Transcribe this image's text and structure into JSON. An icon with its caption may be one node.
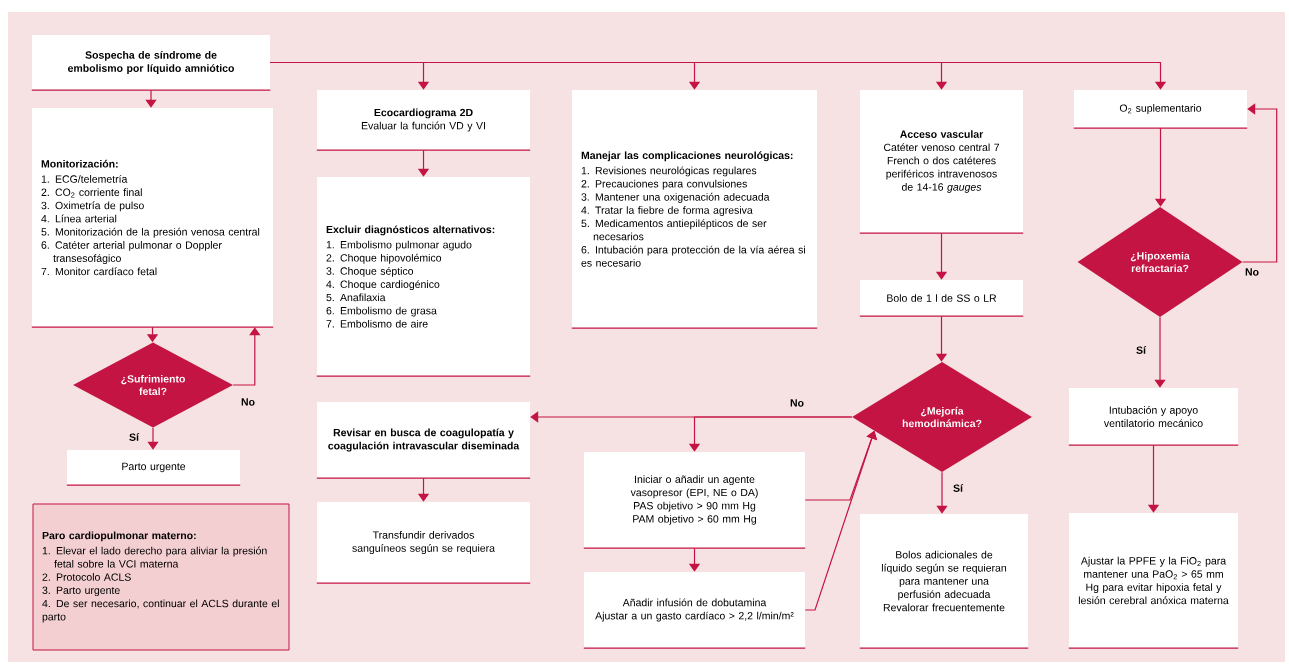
{
  "diagram": {
    "nodes": [
      {
        "text": [
          "Sospecha de síndrome de embolismo por líquido amniótico"
        ]
      },
      {
        "text": [
          "Monitorización:",
          "1. ECG/telemetría",
          "2. CO$_{2}$ corriente final",
          "3. Oximetría de pulso",
          "4. Línea arterial",
          "5. Monitorización de la presión venosa central",
          "6. Catéter arterial pulmonar o Doppler transesofágico",
          "7. Monitor cardíaco fetal"
        ]
      },
      {
        "text": [
          "¿Sufrimiento fetal?"
        ]
      },
      {
        "text": [
          "Parto urgente"
        ]
      },
      {
        "text": [
          "Paro cardiopulmonar materno:",
          "1. Elevar el lado derecho para aliviar la presión fetal sobre la VCI materna",
          "2. Protocolo ACLS",
          "3. Parto urgente",
          "4. De ser necesario, continuar el ACLS durante el parto"
        ]
      },
      {
        "text": [
          "Ecocardiograma 2D",
          "Evaluar la función VD y VI"
        ]
      },
      {
        "text": [
          "Excluir diagnósticos alternativos:",
          "1. Embolismo pulmonar agudo",
          "2. Choque hipovolémico",
          "3. Choque séptico",
          "4. Choque cardiogénico",
          "5. Anafilaxia",
          "6. Embolismo de grasa",
          "7. Embolismo de aire"
        ]
      },
      {
        "text": [
          "Revisar en busca de coagulopatía y coagulación intravascular diseminada"
        ]
      },
      {
        "text": [
          "Transfundir derivados sanguíneos según se requiera"
        ]
      },
      {
        "text": [
          "Manejar las complicaciones neurológicas:",
          "1. Revisiones neurológicas regulares",
          "2. Precauciones para convulsiones",
          "3. Mantener una oxigenación adecuada",
          "4. Tratar la fiebre de forma agresiva",
          "5. Medicamentos antiepilépticos de ser necesarios",
          "6. Intubación para protección de la vía aérea si es necesario"
        ]
      },
      {
        "text": [
          "Iniciar o añadir un agente vasopresor (EPI, NE o DA)",
          "PAS objetivo > 90 mm Hg",
          "PAM objetivo > 60 mm Hg"
        ]
      },
      {
        "text": [
          "Añadir infusión de dobutamina",
          "Ajustar a un gasto cardíaco > 2,2 l/min/m²"
        ]
      },
      {
        "text": [
          "Acceso vascular",
          "Catéter venoso central 7 French o dos catéteres periféricos intravenosos de 14-16 *gauges*"
        ]
      },
      {
        "text": [
          "Bolo de 1 l de SS o LR"
        ]
      },
      {
        "text": [
          "¿Mejoría hemodinámica?"
        ]
      },
      {
        "text": [
          "Bolos adicionales de líquido según se requieran para mantener una perfusión adecuada",
          "Revalorar frecuentemente"
        ]
      },
      {
        "text": [
          "O$_{2}$ suplementario"
        ]
      },
      {
        "text": [
          "¿Hipoxemia refractaria?"
        ]
      },
      {
        "text": [
          "Intubación y apoyo ventilatorio mecánico"
        ]
      },
      {
        "text": [
          "Ajustar la PPFE y la FiO$_{2}$ para mantener una PaO$_{2}$ > 65 mm Hg para evitar hipoxia fetal y lesión cerebral anóxica materna"
        ]
      }
    ],
    "edges": [
      {
        "from": 0,
        "to": 1,
        "arrow": "to"
      },
      {
        "from": 0,
        "to": 5,
        "arrow": "to"
      },
      {
        "from": 0,
        "to": 9,
        "arrow": "to"
      },
      {
        "from": 0,
        "to": 12,
        "arrow": "to"
      },
      {
        "from": 0,
        "to": 16,
        "arrow": "to"
      },
      {
        "from": 1,
        "to": 2,
        "arrow": "to"
      },
      {
        "from": 2,
        "to": 1,
        "arrow": "to",
        "label": "No"
      },
      {
        "from": 2,
        "to": 3,
        "arrow": "to",
        "label": "Sí"
      },
      {
        "from": 5,
        "to": 6,
        "arrow": "to"
      },
      {
        "from": 7,
        "to": 8,
        "arrow": "to"
      },
      {
        "from": 12,
        "to": 13,
        "arrow": "to"
      },
      {
        "from": 13,
        "to": 14,
        "arrow": "to"
      },
      {
        "from": 14,
        "to": 7,
        "arrow": "to",
        "label": "No"
      },
      {
        "from": 14,
        "to": 10,
        "arrow": "to"
      },
      {
        "from": 10,
        "to": 11,
        "arrow": "to"
      },
      {
        "from": 10,
        "to": 14,
        "arrow": "to"
      },
      {
        "from": 11,
        "to": 14,
        "arrow": "to"
      },
      {
        "from": 14,
        "to": 15,
        "arrow": "to",
        "label": "Sí"
      },
      {
        "from": 16,
        "to": 17,
        "arrow": "to"
      },
      {
        "from": 17,
        "to": 16,
        "arrow": "to",
        "label": "No"
      },
      {
        "from": 17,
        "to": 18,
        "arrow": "to",
        "label": "Sí"
      },
      {
        "from": 18,
        "to": 19,
        "arrow": "to"
      }
    ]
  }
}
